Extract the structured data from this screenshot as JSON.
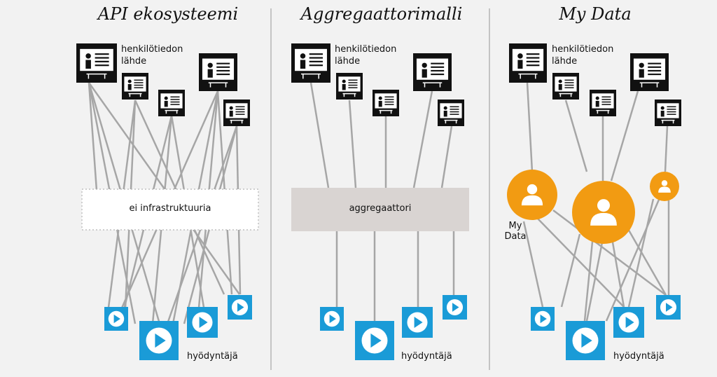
{
  "panels": [
    {
      "title": "API ekosysteemi",
      "source_label": "henkilötiedon\nlähde",
      "middle_label": "ei infrastruktuuria",
      "user_label": "hyödyntäjä"
    },
    {
      "title": "Aggregaattorimalli",
      "source_label": "henkilötiedon\nlähde",
      "middle_label": "aggregaattori",
      "user_label": "hyödyntäjä"
    },
    {
      "title": "My Data",
      "source_label": "henkilötiedon\nlähde",
      "mydata_label": "My\nData",
      "user_label": "hyödyntäjä"
    }
  ],
  "colors": {
    "background": "#f2f2f2",
    "line": "#a6a6a6",
    "source_icon": "#111111",
    "user_icon": "#1a9bd7",
    "mydata": "#f29b12",
    "aggregator_box": "#d9d4d2",
    "divider": "#b5b5b5"
  }
}
